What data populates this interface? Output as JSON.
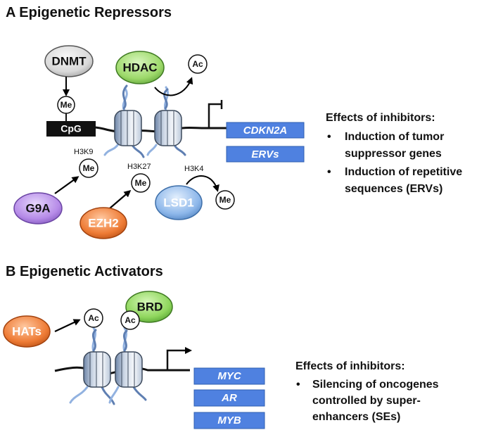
{
  "colors": {
    "gene_box": "#4f81e0",
    "dnmt": "#d9d9d9",
    "hdac": "#9dd96a",
    "brd": "#8fd65d",
    "g9a": "#b68be8",
    "ezh2": "#ee7b35",
    "hats": "#ee7b35",
    "lsd1": "#8db7ea",
    "tail_dark": "#5f7fb2",
    "tail_light": "#92b2e0"
  },
  "section_a": {
    "title": "A  Epigenetic Repressors",
    "proteins": {
      "dnmt": "DNMT",
      "hdac": "HDAC",
      "g9a": "G9A",
      "ezh2": "EZH2",
      "lsd1": "LSD1"
    },
    "marks": {
      "me_cpg": "Me",
      "ac_hdac": "Ac",
      "me_h3k9": "Me",
      "me_h3k27": "Me",
      "me_h3k4": "Me"
    },
    "sites": {
      "cpg": "CpG",
      "h3k9": "H3K9",
      "h3k27": "H3K27",
      "h3k4": "H3K4"
    },
    "genes": [
      "CDKN2A",
      "ERVs"
    ],
    "effects": {
      "heading": "Effects of inhibitors:",
      "bullet_1_line_1": "Induction of tumor",
      "bullet_1_line_2": "suppressor genes",
      "bullet_2_line_1": "Induction of repetitive",
      "bullet_2_line_2": "sequences (ERVs)"
    }
  },
  "section_b": {
    "title": "B  Epigenetic Activators",
    "proteins": {
      "hats": "HATs",
      "brd": "BRD"
    },
    "marks": {
      "ac_hats": "Ac",
      "ac_brd": "Ac"
    },
    "genes": [
      "MYC",
      "AR",
      "MYB"
    ],
    "effects": {
      "heading": "Effects of inhibitors:",
      "bullet_1_line_1": "Silencing of oncogenes",
      "bullet_1_line_2": "controlled by super-",
      "bullet_1_line_3": "enhancers (SEs)"
    }
  }
}
